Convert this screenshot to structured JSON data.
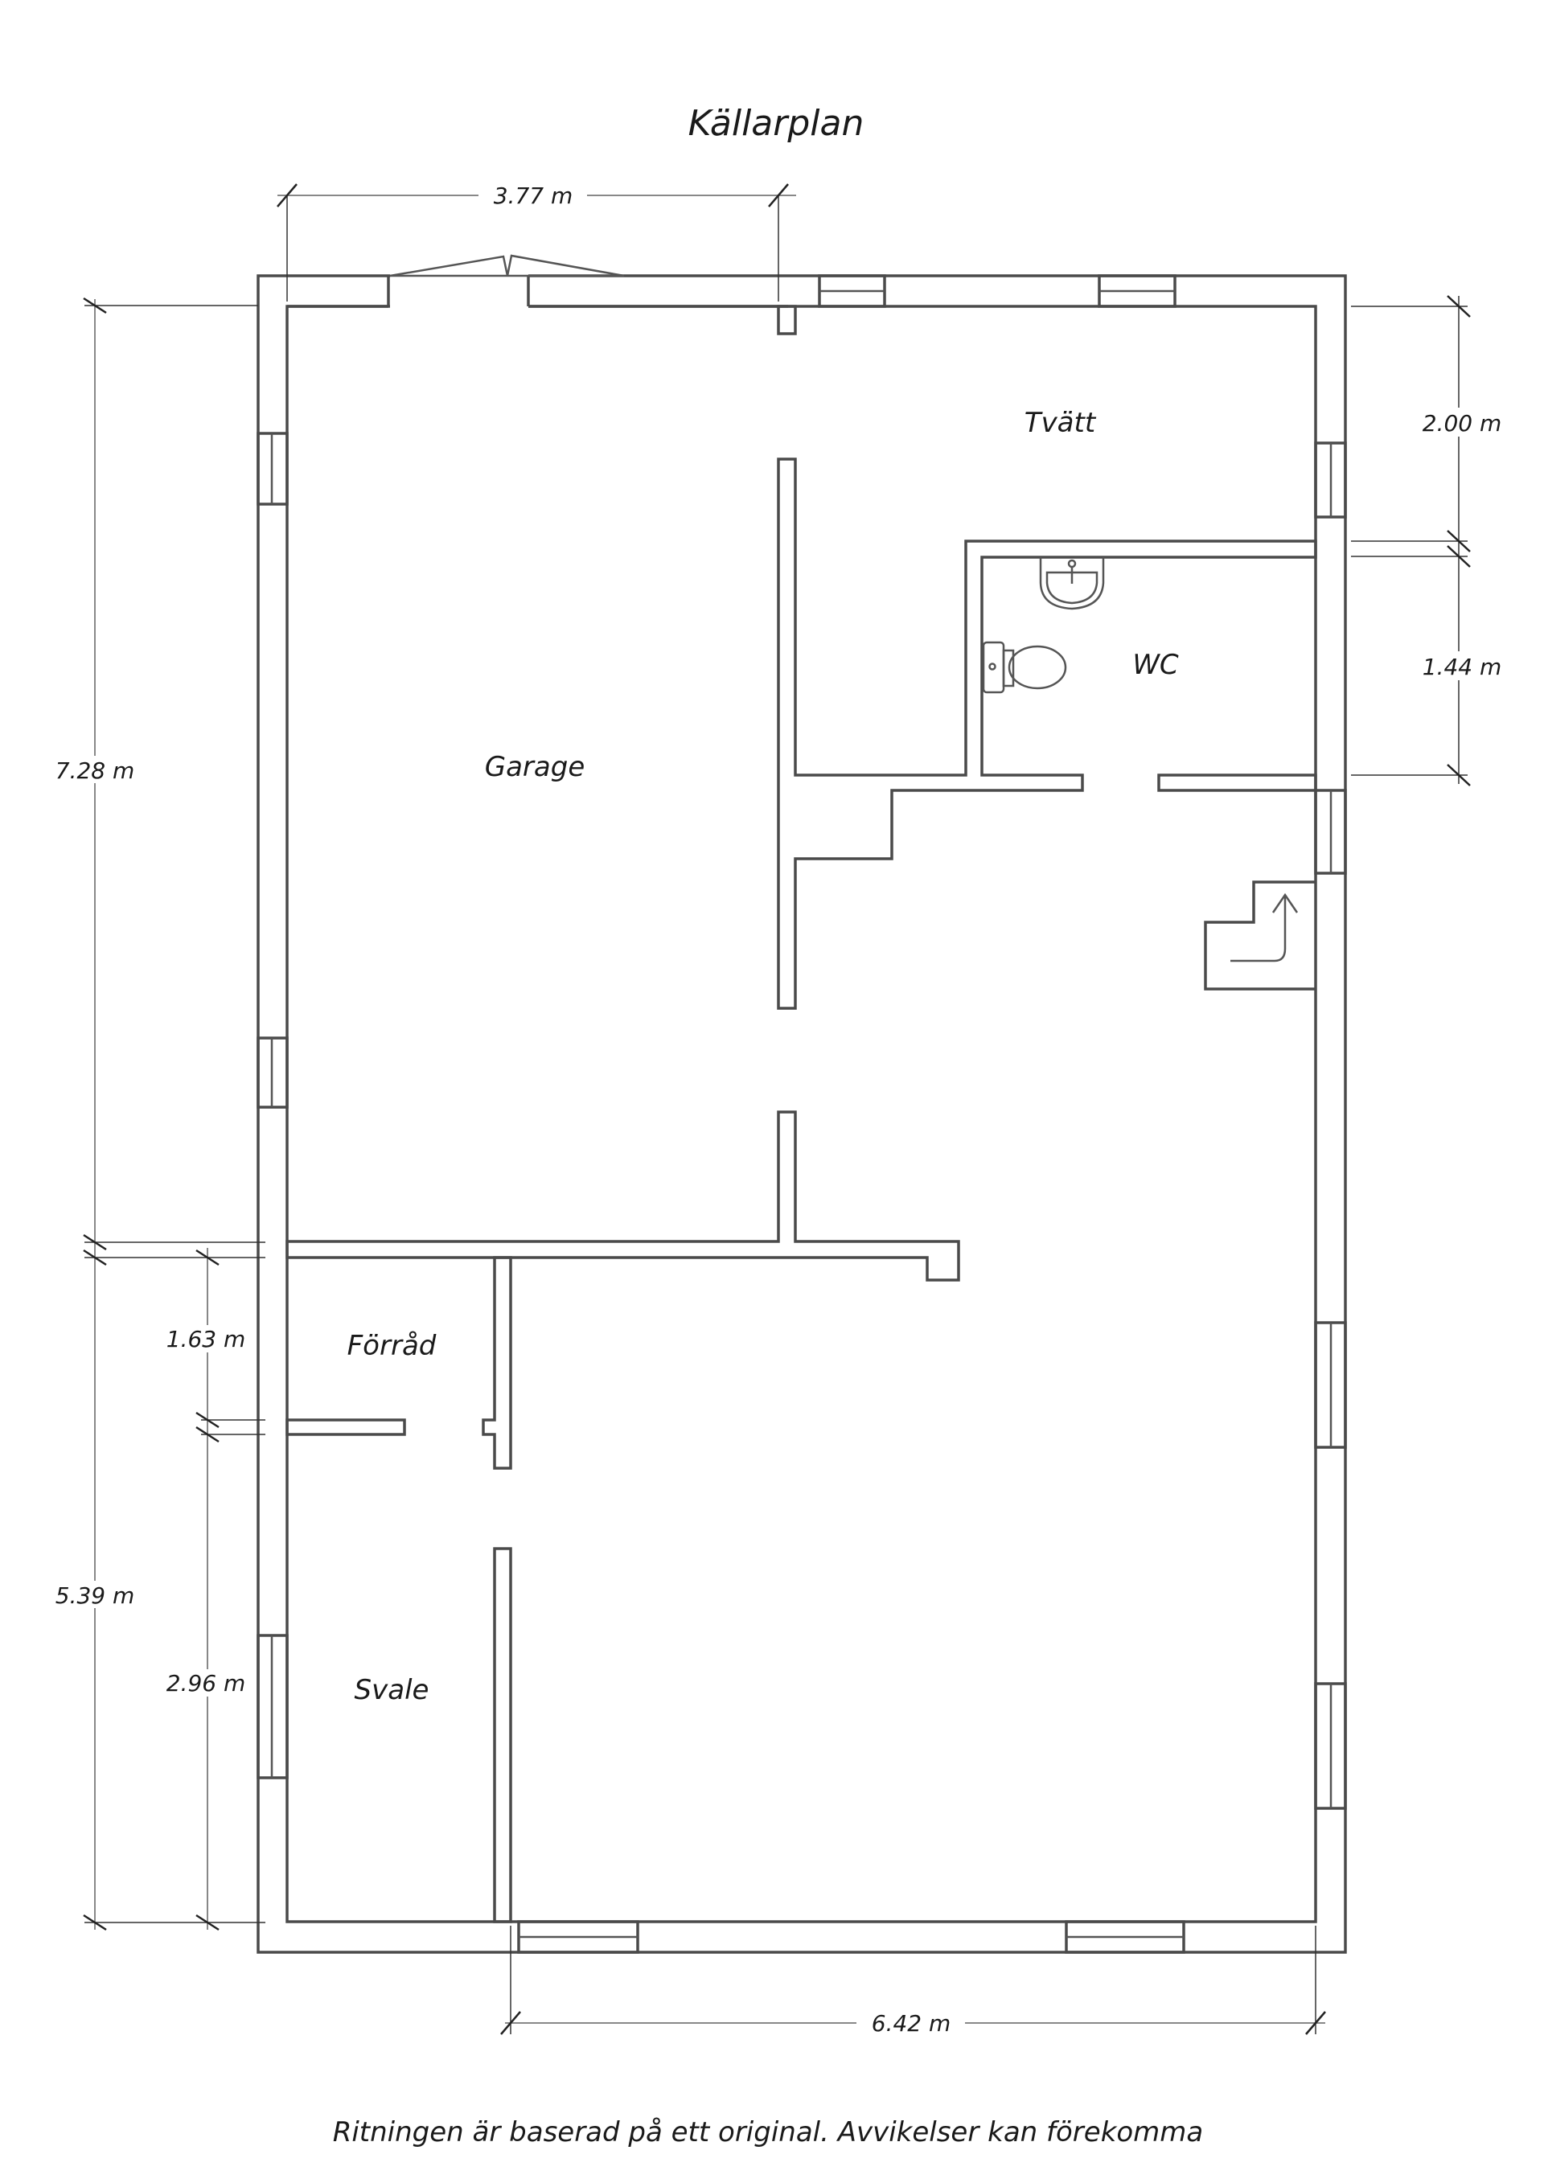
{
  "title": "Källarplan",
  "rooms": {
    "garage": "Garage",
    "tvatt": "Tvätt",
    "wc": "WC",
    "forrad": "Förråd",
    "svale": "Svale"
  },
  "dimensions": {
    "top_width": "3.77 m",
    "bottom_width": "6.42 m",
    "left_upper": "7.28 m",
    "left_lower": "5.39 m",
    "forrad_height": "1.63 m",
    "svale_height": "2.96 m",
    "tvatt_depth": "2.00 m",
    "wc_depth": "1.44 m"
  },
  "footer": "Ritningen är baserad på ett original. Avvikelser kan förekomma",
  "colors": {
    "wall": "#4a4a4a",
    "dimension_line": "#888888",
    "text": "#1a1a1a",
    "background": "#ffffff"
  }
}
